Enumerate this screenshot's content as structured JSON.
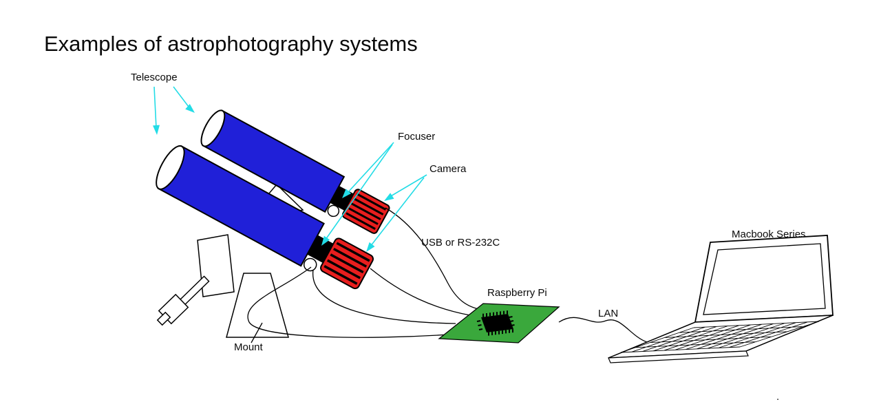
{
  "title": "Examples of astrophotography systems",
  "labels": {
    "telescope": "Telescope",
    "focuser": "Focuser",
    "camera": "Camera",
    "mount": "Mount",
    "usb_rs232c": "USB or RS-232C",
    "raspberry_pi": "Raspberry Pi",
    "lan": "LAN",
    "macbook_series": "Macbook Series"
  },
  "stray_mark": ".",
  "colors": {
    "telescope_blue": "#2020d8",
    "camera_red": "#e81e1e",
    "board_green": "#3aa83c",
    "arrow_cyan": "#23dce6",
    "outline_black": "#000000"
  }
}
